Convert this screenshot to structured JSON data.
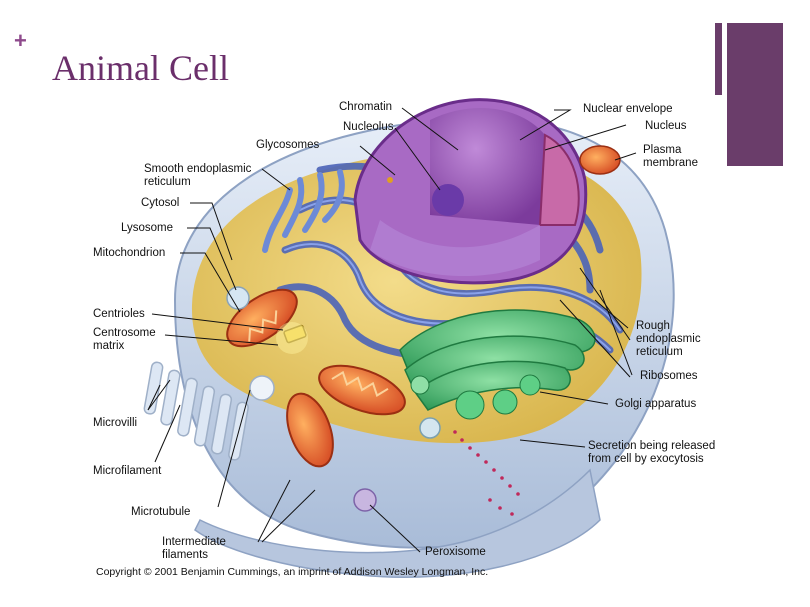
{
  "slide": {
    "bullet": "+",
    "title": "Animal Cell",
    "accent_color": "#6a3d6a",
    "title_color": "#6b2f6b"
  },
  "labels": {
    "chromatin": "Chromatin",
    "nuclear_envelope": "Nuclear envelope",
    "nucleolus": "Nucleolus",
    "nucleus": "Nucleus",
    "glycosomes": "Glycosomes",
    "plasma_membrane": [
      "Plasma",
      "membrane"
    ],
    "smooth_er": [
      "Smooth endoplasmic",
      "reticulum"
    ],
    "cytosol": "Cytosol",
    "lysosome": "Lysosome",
    "mitochondrion": "Mitochondrion",
    "centrioles": "Centrioles",
    "centrosome_matrix": [
      "Centrosome",
      "matrix"
    ],
    "rough_er": [
      "Rough",
      "endoplasmic",
      "reticulum"
    ],
    "ribosomes": "Ribosomes",
    "microvilli": "Microvilli",
    "golgi": "Golgi apparatus",
    "secretion": [
      "Secretion being released",
      "from cell by exocytosis"
    ],
    "microfilament": "Microfilament",
    "microtubule": "Microtubule",
    "intermediate_filaments": [
      "Intermediate",
      "filaments"
    ],
    "peroxisome": "Peroxisome"
  },
  "copyright": "Copyright © 2001 Benjamin Cummings, an imprint of Addison Wesley Longman, Inc.",
  "colors": {
    "cytoplasm": "#e8c86a",
    "membrane": "#c9d6ea",
    "nucleus": "#9b59b6",
    "rough_er": "#5a74c6",
    "golgi": "#3fb36b",
    "mitochondria": "#e35a2c"
  }
}
